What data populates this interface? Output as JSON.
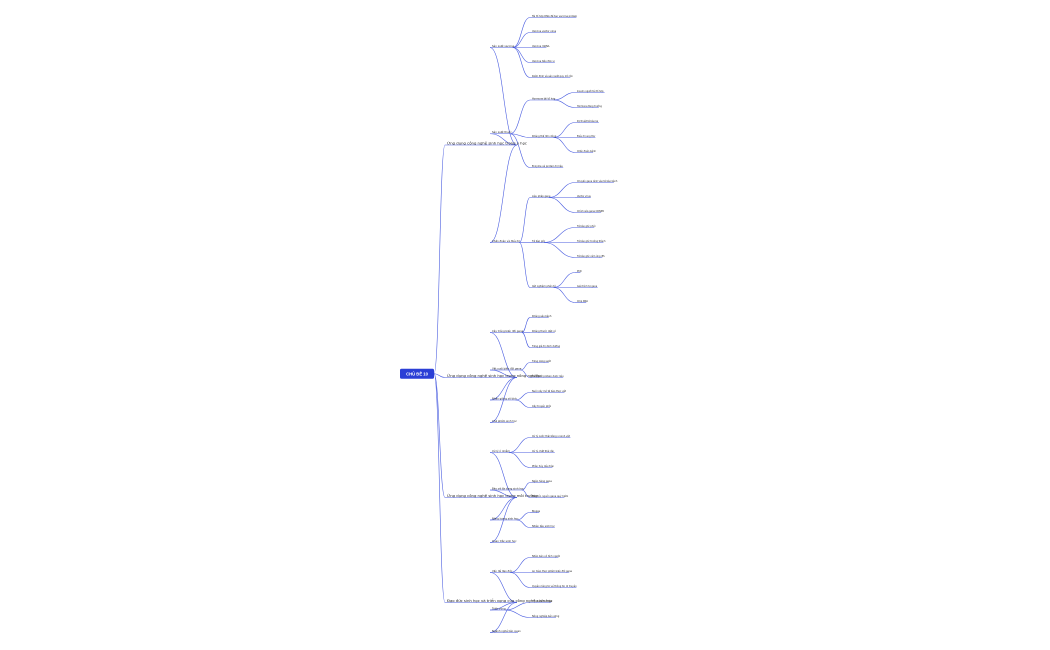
{
  "root": {
    "label": "CHỦ ĐỀ 10"
  },
  "branches": [
    {
      "label": "Ứng dụng công nghệ sinh học trong y học",
      "children": [
        {
          "label": "Sản xuất vaccine",
          "children": [
            {
              "label": "Tái tổ hợp DNA để tạo vaccine protein"
            },
            {
              "label": "Vaccine vector virus"
            },
            {
              "label": "Vaccine mRNA"
            },
            {
              "label": "Vaccine tiểu đơn vị"
            },
            {
              "label": "Kiểm định và sản xuất quy mô lớn"
            }
          ]
        },
        {
          "label": "Sản xuất thuốc",
          "children": [
            {
              "label": "Hormone tái tổ hợp",
              "children": [
                {
                  "label": "Insulin người tái tổ hợp"
                },
                {
                  "label": "Hormone tăng trưởng"
                }
              ]
            },
            {
              "label": "Kháng thể đơn dòng",
              "children": [
                {
                  "label": "Kỹ thuật tế bào lai"
                },
                {
                  "label": "Điều trị ung thư"
                },
                {
                  "label": "Chẩn đoán bệnh"
                }
              ]
            },
            {
              "label": "Enzyme và protein trị liệu"
            }
          ]
        },
        {
          "label": "Chẩn đoán và điều trị",
          "children": [
            {
              "label": "Liệu pháp gene",
              "children": [
                {
                  "label": "Chuyển gene lành vào tế bào bệnh"
                },
                {
                  "label": "Vector virus"
                },
                {
                  "label": "Chỉnh sửa gene CRISPR"
                }
              ]
            },
            {
              "label": "Tế bào gốc",
              "children": [
                {
                  "label": "Tế bào gốc phôi"
                },
                {
                  "label": "Tế bào gốc trưởng thành"
                },
                {
                  "label": "Tế bào gốc cảm ứng iPS"
                }
              ]
            },
            {
              "label": "Xét nghiệm phân tử",
              "children": [
                {
                  "label": "PCR"
                },
                {
                  "label": "Giải trình tự gene"
                },
                {
                  "label": "Chip DNA"
                }
              ]
            }
          ]
        }
      ]
    },
    {
      "label": "Ứng dụng công nghệ sinh học trong nông nghiệp",
      "children": [
        {
          "label": "Cây trồng biến đổi gene",
          "children": [
            {
              "label": "Kháng sâu bệnh"
            },
            {
              "label": "Kháng thuốc diệt cỏ"
            },
            {
              "label": "Tăng giá trị dinh dưỡng"
            }
          ]
        },
        {
          "label": "Vật nuôi biến đổi gene",
          "children": [
            {
              "label": "Tăng năng suất"
            },
            {
              "label": "Sản xuất protein dược liệu"
            }
          ]
        },
        {
          "label": "Nhân giống vô tính",
          "children": [
            {
              "label": "Nuôi cấy mô tế bào thực vật"
            },
            {
              "label": "Cấy truyền phôi"
            }
          ]
        },
        {
          "label": "Chế phẩm sinh học"
        }
      ]
    },
    {
      "label": "Ứng dụng công nghệ sinh học trong môi trường",
      "children": [
        {
          "label": "Xử lý ô nhiễm",
          "children": [
            {
              "label": "Xử lý nước thải bằng vi sinh vật"
            },
            {
              "label": "Xử lý chất thải rắn"
            },
            {
              "label": "Phân hủy dầu tràn"
            }
          ]
        },
        {
          "label": "Bảo vệ đa dạng sinh học",
          "children": [
            {
              "label": "Ngân hàng gene"
            },
            {
              "label": "Bảo tồn nguồn gene quý hiếm"
            }
          ]
        },
        {
          "label": "Năng lượng sinh học",
          "children": [
            {
              "label": "Biogas"
            },
            {
              "label": "Nhiên liệu sinh học"
            }
          ]
        },
        {
          "label": "Quan trắc sinh học"
        }
      ]
    },
    {
      "label": "Đạo đức sinh học và triển vọng của công nghệ sinh học",
      "children": [
        {
          "label": "Vấn đề đạo đức",
          "children": [
            {
              "label": "Nhân bản vô tính người"
            },
            {
              "label": "An toàn thực phẩm biến đổi gene"
            },
            {
              "label": "Quyền riêng tư về thông tin di truyền"
            }
          ]
        },
        {
          "label": "Triển vọng",
          "children": [
            {
              "label": "Y học cá thể hóa"
            },
            {
              "label": "Nông nghiệp bền vững"
            }
          ]
        },
        {
          "label": "Ngành nghề liên quan"
        }
      ]
    }
  ]
}
